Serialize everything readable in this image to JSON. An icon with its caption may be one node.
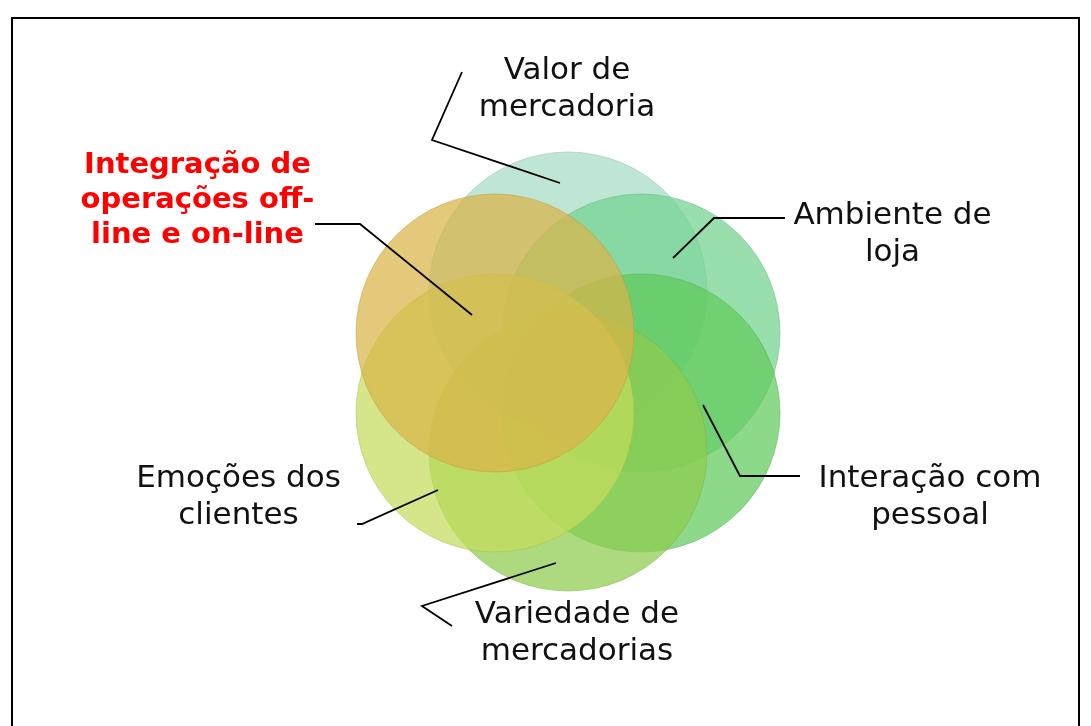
{
  "diagram": {
    "nodes": [
      {
        "text": [
          "Valor de mercadoria"
        ]
      },
      {
        "text": [
          "Integração de operações off-line e on-line"
        ]
      },
      {
        "text": [
          "Ambiente de loja"
        ]
      },
      {
        "text": [
          "Emoções dos clientes"
        ]
      },
      {
        "text": [
          "Interação com pessoal"
        ]
      },
      {
        "text": [
          "Variedade de mercadorias"
        ]
      },
      {
        "text": [],
        "shape": "circle"
      },
      {
        "text": [],
        "shape": "circle"
      },
      {
        "text": [],
        "shape": "circle"
      },
      {
        "text": [],
        "shape": "circle"
      },
      {
        "text": [],
        "shape": "circle"
      },
      {
        "text": [],
        "shape": "circle"
      }
    ],
    "edges": [
      {
        "from": 0,
        "to": 6,
        "arrow": "none"
      },
      {
        "from": 1,
        "to": 7,
        "arrow": "none"
      },
      {
        "from": 2,
        "to": 8,
        "arrow": "none"
      },
      {
        "from": 3,
        "to": 9,
        "arrow": "none"
      },
      {
        "from": 4,
        "to": 10,
        "arrow": "none"
      },
      {
        "from": 5,
        "to": 11,
        "arrow": "none"
      }
    ]
  }
}
